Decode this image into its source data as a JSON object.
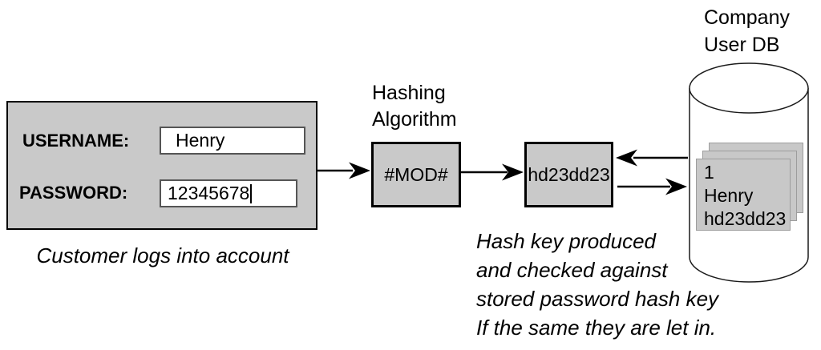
{
  "diagram": {
    "login_form": {
      "username_label": "USERNAME:",
      "username_value": "Henry",
      "password_label": "PASSWORD:",
      "password_value": "12345678",
      "caption": "Customer logs into account"
    },
    "hashing": {
      "label_line1": "Hashing",
      "label_line2": "Algorithm",
      "box_text": "#MOD#"
    },
    "hash_output": {
      "box_text": "hd23dd23"
    },
    "database": {
      "label_line1": "Company",
      "label_line2": "User DB",
      "record": {
        "line1": "1",
        "line2": "Henry",
        "line3": "hd23dd23"
      }
    },
    "annotation": {
      "line1": "Hash key produced",
      "line2": "and checked against",
      "line3": "stored password hash key",
      "line4": "If the same they are let in."
    },
    "colors": {
      "box_fill": "#c9c9c9",
      "card_fill": "#c8c8c8",
      "card_border": "#9d9d9d",
      "stroke": "#000000",
      "background": "#ffffff"
    }
  }
}
